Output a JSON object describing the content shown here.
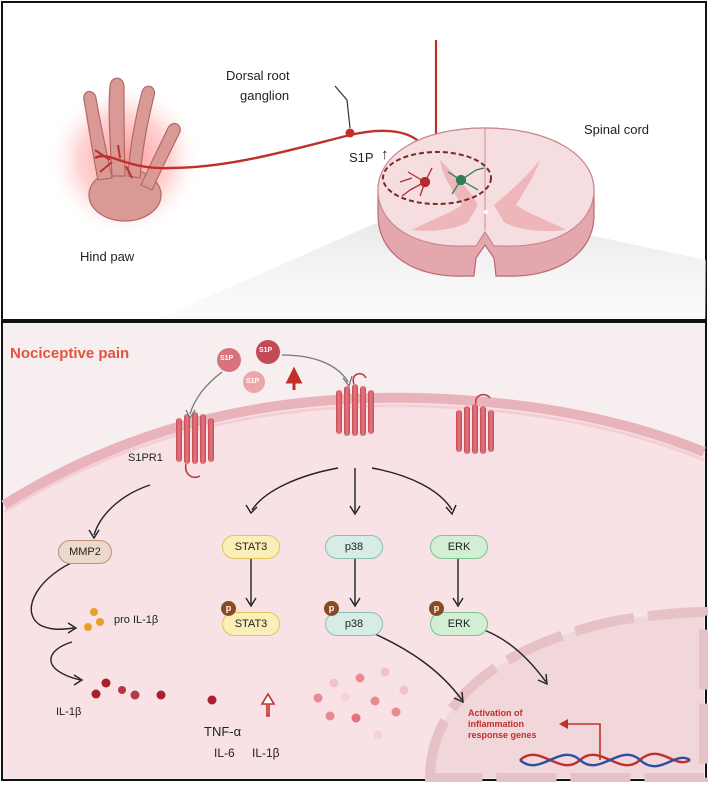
{
  "top_panel": {
    "drg_label_line1": "Dorsal root",
    "drg_label_line2": "ganglion",
    "spinal_cord_label": "Spinal cord",
    "hind_paw_label": "Hind paw",
    "s1p_label": "S1P",
    "s1p_arrow": "↑"
  },
  "bottom_panel": {
    "title": "Nociceptive pain",
    "s1p_molecules": [
      "S1P",
      "S1P",
      "S1P"
    ],
    "receptor_label": "S1PR1",
    "mmp2": "MMP2",
    "stat3": "STAT3",
    "p38": "p38",
    "erk": "ERK",
    "phospho": "p",
    "pro_il1b": "pro IL-1β",
    "il1b_left": "IL-1β",
    "tnfa": "TNF-α",
    "il6": "IL-6",
    "il1b_bottom": "IL-1β",
    "activation_line1": "Activation of",
    "activation_line2": "inflammation",
    "activation_line3": "response genes"
  },
  "colors": {
    "title_red": "#e2533f",
    "nerve_red": "#c0302b",
    "cell_fill": "#f7e4e6",
    "membrane": "#e9b9bf",
    "stat3_fill": "#fbeeb8",
    "p38_fill": "#d7ece6",
    "erk_fill": "#d2efd6",
    "mmp2_fill": "#ecd9cc",
    "phospho_brown": "#8a4a22"
  }
}
